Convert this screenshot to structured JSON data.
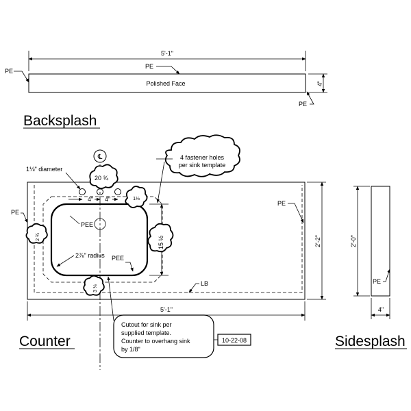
{
  "titles": {
    "backsplash": "Backsplash",
    "counter": "Counter",
    "sidesplash": "Sidesplash"
  },
  "backsplash": {
    "width_dim": "5'-1\"",
    "height_dim": "4\"",
    "face_label": "Polished Face",
    "edge_label": "PE"
  },
  "counter": {
    "width_dim": "5'-1\"",
    "depth_dim": "2'-2\"",
    "edge_label": "PE",
    "back_edge_label": "LB",
    "centerline_symbol": "℄",
    "hole_diameter": "1⅛\" diameter",
    "hole_spacing": "4\"",
    "sink_radius": "2⅞\" radius",
    "fastener_note_1": "4 fastener holes",
    "fastener_note_2": "per sink template",
    "cloud_offset_top": "20 ¾",
    "cloud_offset_left": "2 ¾",
    "cloud_offset_bottom": "3 ⅛",
    "cloud_sink_depth": "15 ½",
    "cloud_small": "1⅛",
    "cutout_note": [
      "Cutout for sink per",
      "supplied template.",
      "Counter to overhang sink",
      "by 1/8\""
    ],
    "revision_date": "10-22-08"
  },
  "sidesplash": {
    "height_dim": "2'-0\"",
    "width_dim": "4\"",
    "edge_label": "PE"
  }
}
